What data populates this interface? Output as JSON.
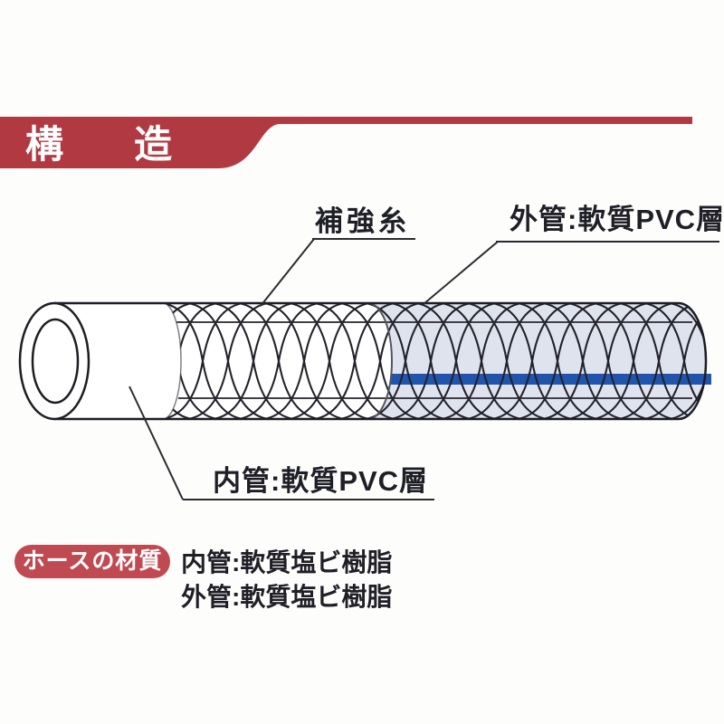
{
  "header": {
    "title": "構造"
  },
  "diagram": {
    "labels": {
      "reinforcement_thread": "補強糸",
      "outer_tube": "外管:軟質PVC層",
      "inner_tube": "内管:軟質PVC層"
    },
    "features": {
      "stripe": "blue line stripe on outer layer",
      "mesh": "braided reinforcement mesh"
    }
  },
  "materials": {
    "badge": "ホースの材質",
    "lines": [
      "内管:軟質塩ビ樹脂",
      "外管:軟質塩ビ樹脂"
    ]
  },
  "colors": {
    "banner_red": "#b13a42",
    "badge_red": "#c04a52",
    "stripe_blue": "#2155ad",
    "outer_layer_tint": "#dfe3ee",
    "text_dark": "#1f1f27",
    "outline_dark": "#1d1d24"
  }
}
